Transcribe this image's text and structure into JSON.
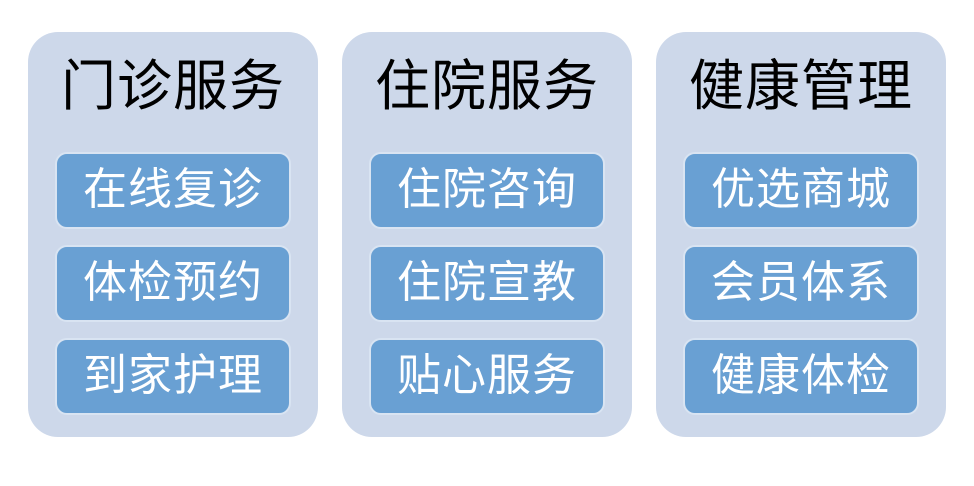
{
  "colors": {
    "page_bg": "#ffffff",
    "panel_bg": "#cdd8ea",
    "button_bg": "#69a0d3",
    "button_border": "#d9e4f2",
    "title_text": "#000000",
    "button_text": "#ffffff"
  },
  "columns": [
    {
      "title": "门诊服务",
      "items": [
        "在线复诊",
        "体检预约",
        "到家护理"
      ]
    },
    {
      "title": "住院服务",
      "items": [
        "住院咨询",
        "住院宣教",
        "贴心服务"
      ]
    },
    {
      "title": "健康管理",
      "items": [
        "优选商城",
        "会员体系",
        "健康体检"
      ]
    }
  ]
}
